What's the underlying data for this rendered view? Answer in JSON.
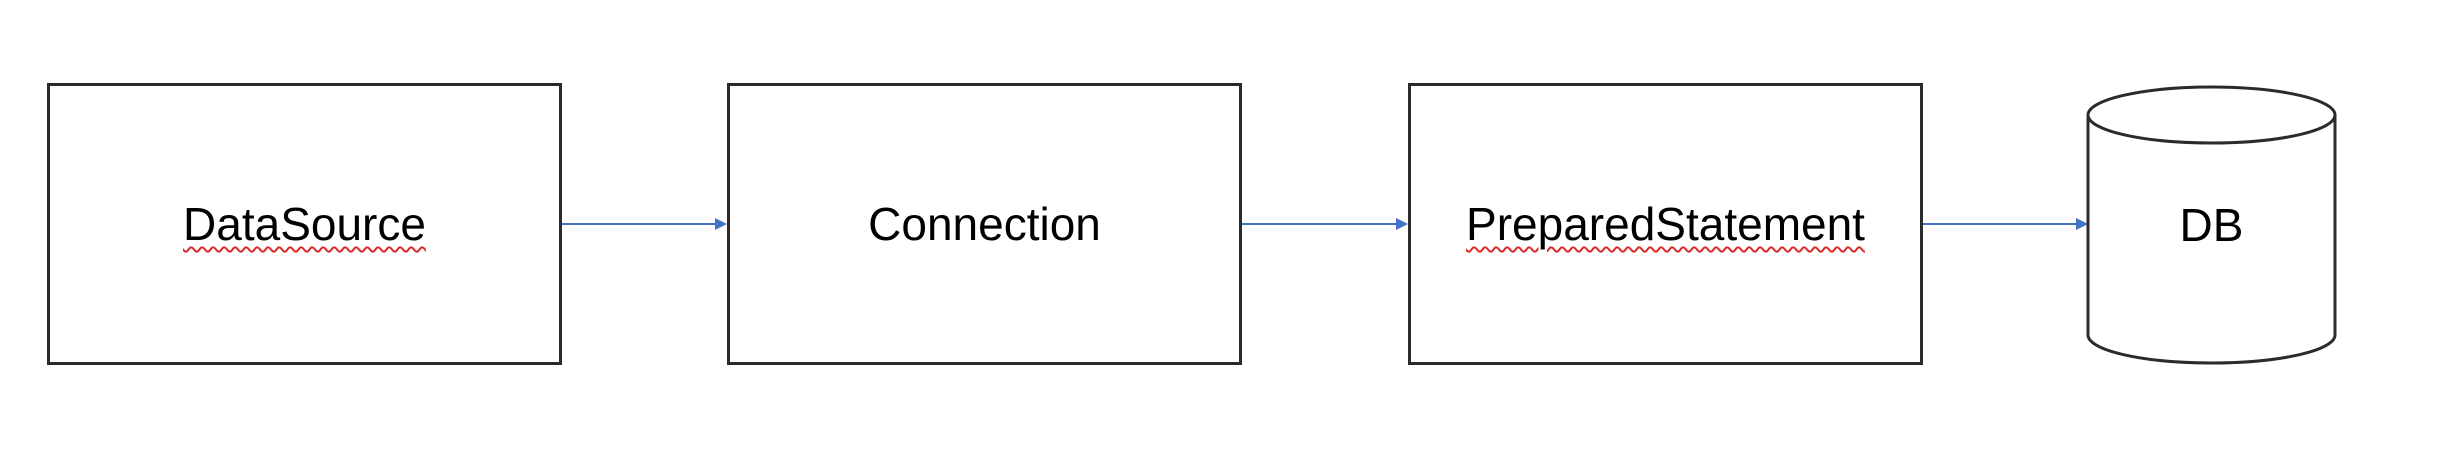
{
  "diagram": {
    "nodes": [
      {
        "id": "datasource",
        "label": "DataSource",
        "shape": "rectangle",
        "spellcheck_flag": true
      },
      {
        "id": "connection",
        "label": "Connection",
        "shape": "rectangle",
        "spellcheck_flag": false
      },
      {
        "id": "prepared",
        "label": "PreparedStatement",
        "shape": "rectangle",
        "spellcheck_flag": true
      },
      {
        "id": "db",
        "label": "DB",
        "shape": "cylinder",
        "spellcheck_flag": false
      }
    ],
    "edges": [
      {
        "from": "datasource",
        "to": "connection"
      },
      {
        "from": "connection",
        "to": "prepared"
      },
      {
        "from": "prepared",
        "to": "db"
      }
    ],
    "colors": {
      "stroke": "#2b2b2b",
      "arrow": "#4472c4",
      "spellcheck": "#d92b2b",
      "text": "#000000",
      "background": "#ffffff"
    }
  }
}
